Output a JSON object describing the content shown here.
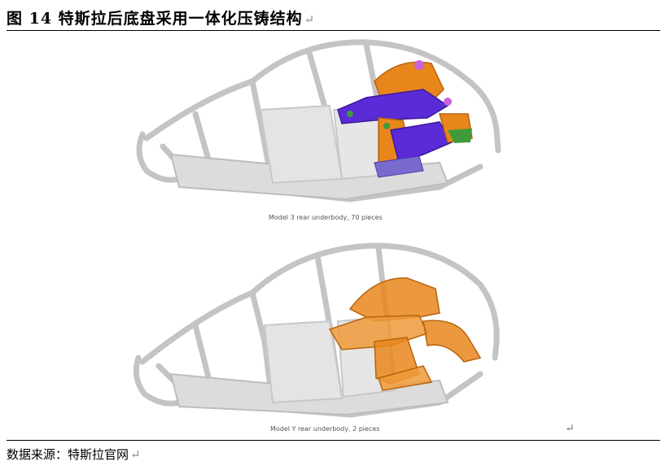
{
  "figure_title": "图 14 特斯拉后底盘采用一体化压铸结构",
  "return_mark": "↵",
  "captions": {
    "top": "Model 3 rear underbody, 70 pieces",
    "bottom": "Model Y rear underbody, 2 pieces"
  },
  "source_text": "数据来源：特斯拉官网",
  "colors": {
    "body_gray": "#d6d6d6",
    "body_outline": "#b8b8b8",
    "cast_orange": "#e8861c",
    "part_purple": "#5a2bd6",
    "part_green": "#3f9a3a",
    "part_pink": "#c864d8"
  }
}
